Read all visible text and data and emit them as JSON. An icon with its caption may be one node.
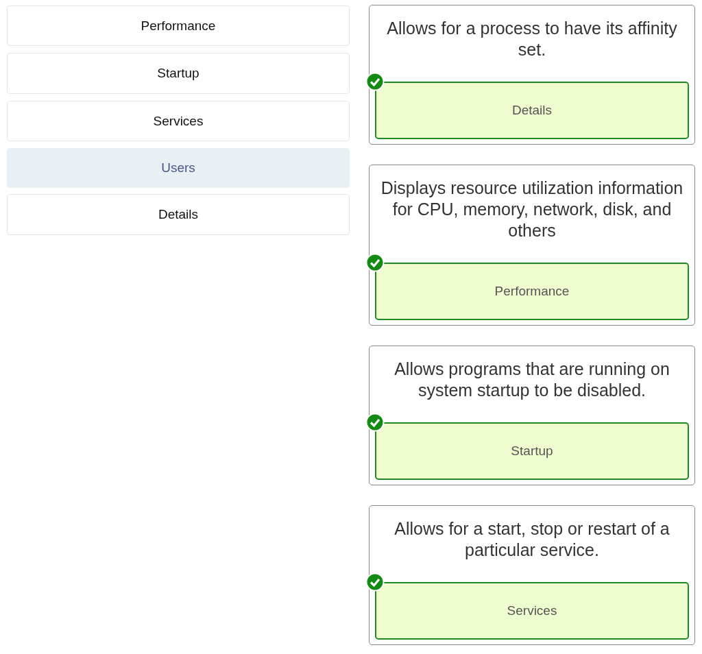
{
  "diagram": {
    "nodes": [
      {
        "text": [
          "Performance"
        ]
      },
      {
        "text": [
          "Startup"
        ]
      },
      {
        "text": [
          "Services"
        ]
      },
      {
        "text": [
          "Users"
        ]
      },
      {
        "text": [
          "Details"
        ]
      },
      {
        "text": [
          "Allows for a process to have its affinity set."
        ]
      },
      {
        "text": [
          "Details"
        ],
        "in": 5
      },
      {
        "text": [
          "Displays resource utilization information for CPU, memory, network, disk, and others"
        ]
      },
      {
        "text": [
          "Performance"
        ],
        "in": 7
      },
      {
        "text": [
          "Allows programs that are running on system startup to be disabled."
        ]
      },
      {
        "text": [
          "Startup"
        ],
        "in": 9
      },
      {
        "text": [
          "Allows for a start, stop or restart of a particular service."
        ]
      },
      {
        "text": [
          "Services"
        ],
        "in": 11
      }
    ]
  }
}
